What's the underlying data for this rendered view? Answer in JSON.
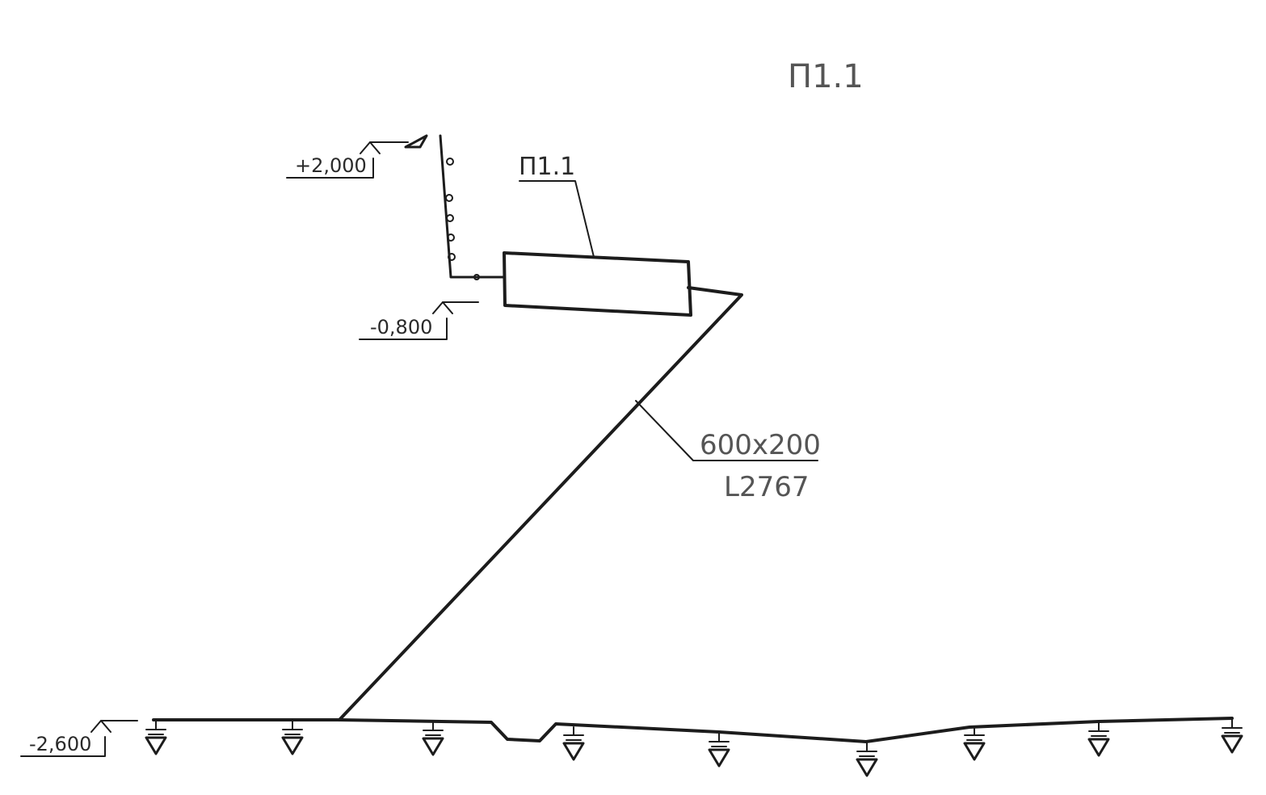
{
  "system_title": "П1.1",
  "unit_tag": "П1.1",
  "duct": {
    "size": "600x200",
    "length": "L2767"
  },
  "elevations": {
    "top": "+2,000",
    "unit_bottom": "-0,800",
    "floor": "-2,600"
  },
  "diffuser_count": 9,
  "colors": {
    "ink": "#1c1c1c",
    "background": "#ffffff"
  }
}
